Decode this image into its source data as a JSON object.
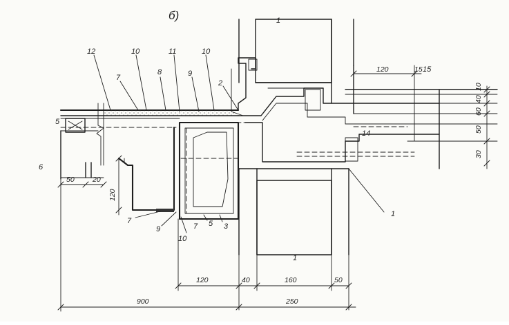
{
  "diagram": {
    "panel_label": "б)",
    "callouts": {
      "c1_top": "1",
      "c1_right": "1",
      "c1_bottom": "1",
      "c2": "2",
      "c3": "3",
      "c5_bottom": "5",
      "c5_left": "5",
      "c6": "6",
      "c7_top": "7",
      "c7_bottom": "7",
      "c7_right": "7",
      "c8": "8",
      "c9_top": "9",
      "c9_bottom": "9",
      "c10_top_left": "10",
      "c10_top_right": "10",
      "c10_bottom": "10",
      "c11": "11",
      "c12": "12",
      "c14": "14",
      "c15": "15"
    },
    "dimensions": {
      "d_120_top": "120",
      "d_15": "15",
      "d_10_right": "10",
      "d_40_right": "40",
      "d_60_right": "60",
      "d_50_right": "50",
      "d_30_right": "30",
      "d_50_left": "50",
      "d_20_left": "20",
      "d_120_vert": "120",
      "d_120_bottom": "120",
      "d_40_bottom": "40",
      "d_160_bottom": "160",
      "d_50_bottom": "50",
      "d_900": "900",
      "d_250": "250"
    }
  }
}
